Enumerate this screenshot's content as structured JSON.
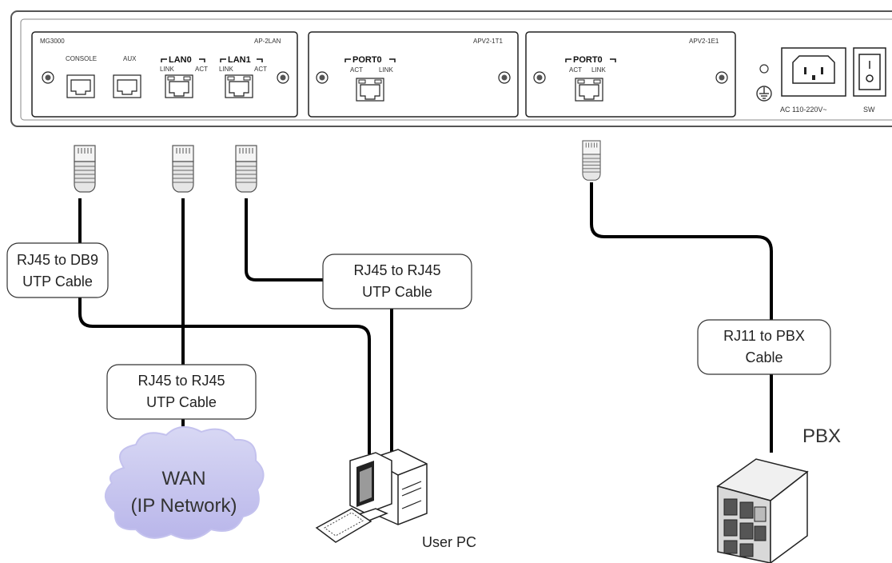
{
  "chassis": {
    "module1": {
      "model": "MG3000",
      "name": "AP-2LAN",
      "ports": [
        "CONSOLE",
        "AUX",
        "LAN0",
        "LAN1"
      ],
      "link": "LINK",
      "act": "ACT"
    },
    "module2": {
      "name": "APV2-1T1",
      "port": "PORT0",
      "act": "ACT",
      "link": "LINK"
    },
    "module3": {
      "name": "APV2-1E1",
      "port": "PORT0",
      "act": "ACT",
      "link": "LINK"
    },
    "power_label": "AC 110-220V~",
    "switch_label": "SW"
  },
  "cables": {
    "console": [
      "RJ45 to DB9",
      "UTP Cable"
    ],
    "lan1": [
      "RJ45 to RJ45",
      "UTP Cable"
    ],
    "lan0": [
      "RJ45 to RJ45",
      "UTP Cable"
    ],
    "pbx": [
      "RJ11 to PBX",
      "Cable"
    ]
  },
  "nodes": {
    "wan": [
      "WAN",
      "(IP Network)"
    ],
    "pc": "User PC",
    "pbx": "PBX"
  }
}
